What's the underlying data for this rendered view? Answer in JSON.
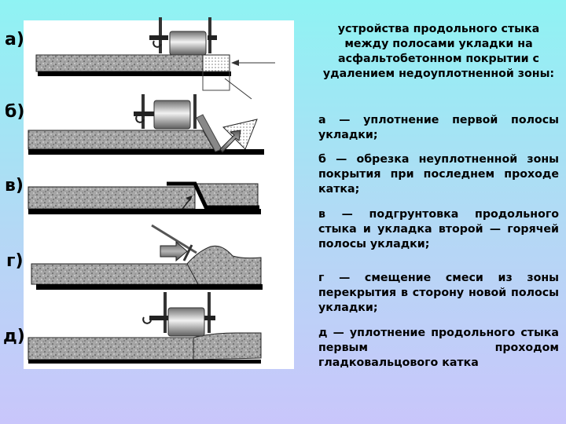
{
  "labels": {
    "a": "а)",
    "b": "б)",
    "v": "в)",
    "g": "г)",
    "d": "д)"
  },
  "title": "устройства продольного стыка между полосами укладки на асфальтобетонном покрытии с удалением недоуплотненной зоны:",
  "items": [
    "а — уплотнение первой полосы укладки;",
    "б — обрезка неуплотненной зоны покрытия при последнем проходе катка;",
    "в — подгрунтовка продольного стыка и укладка второй — горячей полосы укладки;",
    "г — смещение смеси из зоны перекрытия в сторону новой полосы укладки;",
    "д — уплотнение продольного стыка первым проходом гладковальцового катка"
  ]
}
